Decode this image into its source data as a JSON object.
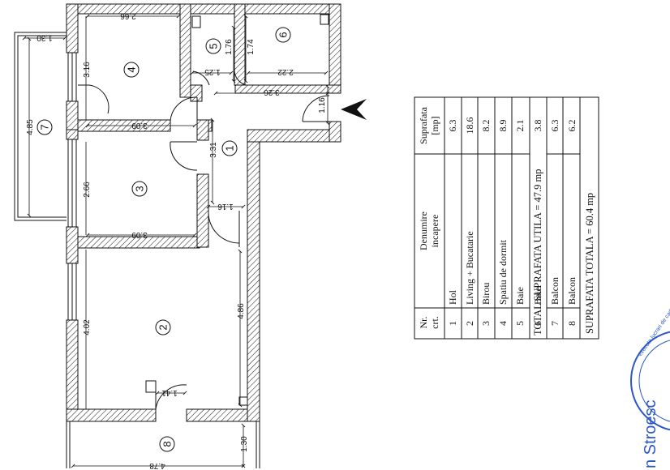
{
  "dimensions": {
    "d_266_top": "2.66",
    "d_130_top": "1.30",
    "d_316": "3.16",
    "d_176": "1.76",
    "d_174": "1.74",
    "d_125": "1.25",
    "d_222": "2.22",
    "d_326": "3.26",
    "d_116_right": "1.16",
    "d_485": "4.85",
    "d_309_a": "3.09",
    "d_331": "3.31",
    "d_266_left": "2.66",
    "d_116_mid": "1.16",
    "d_309_b": "3.09",
    "d_402": "4.02",
    "d_486": "4.86",
    "d_141": "1.41",
    "d_130_bottom": "1.30",
    "d_478": "4.78"
  },
  "rooms": [
    "1",
    "2",
    "3",
    "4",
    "5",
    "6",
    "7",
    "8"
  ],
  "table": {
    "headers": {
      "nr": [
        "Nr.",
        "crt."
      ],
      "name": [
        "Denumire",
        "incapere"
      ],
      "area": [
        "Suprafata",
        "[mp]"
      ]
    },
    "rows": [
      {
        "nr": "1",
        "name": "Hol",
        "area": "6.3"
      },
      {
        "nr": "2",
        "name": "Living + Bucatarie",
        "area": "18.6"
      },
      {
        "nr": "3",
        "name": "Birou",
        "area": "8.2"
      },
      {
        "nr": "4",
        "name": "Spatiu de dormit",
        "area": "8.9"
      },
      {
        "nr": "5",
        "name": "Baie",
        "area": "2.1"
      },
      {
        "nr": "6",
        "name": "Baie",
        "area": "3.8"
      }
    ],
    "total_util": "TOTAL SUPRAFATA UTILA = 47.9 mp",
    "balcony_rows": [
      {
        "nr": "7",
        "name": "Balcon",
        "area": "6.3"
      },
      {
        "nr": "8",
        "name": "Balcon",
        "area": "6.2"
      }
    ],
    "total": "SUPRAFATA TOTALA = 60.4 mp"
  },
  "signature": {
    "name": "n Stroesc",
    "stamp_text": "executa lucrari de cadastru"
  },
  "colors": {
    "ink": "#111111",
    "stamp": "#2a56c6"
  }
}
